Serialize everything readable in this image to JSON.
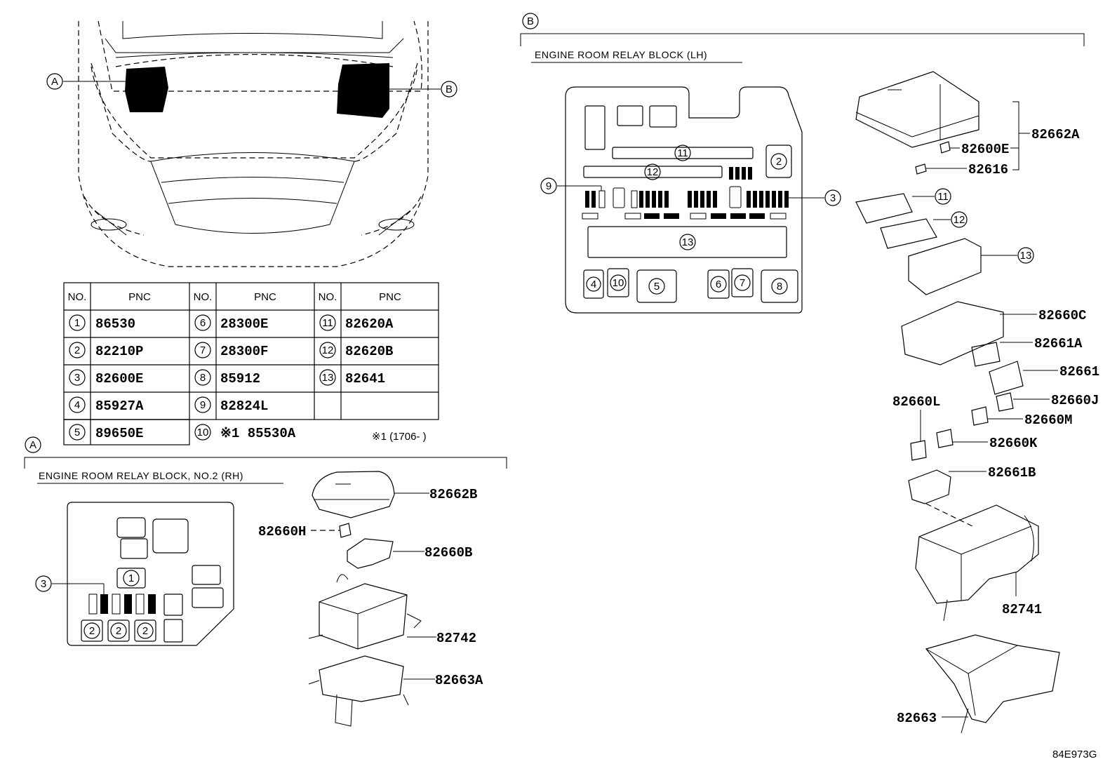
{
  "diagram_id": "84E973G",
  "markers": {
    "A": "A",
    "B": "B"
  },
  "section_a": {
    "marker": "A",
    "title": "ENGINE ROOM RELAY BLOCK, NO.2 (RH)"
  },
  "section_b": {
    "marker": "B",
    "title": "ENGINE ROOM RELAY BLOCK (LH)"
  },
  "table": {
    "headers": {
      "no": "NO.",
      "pnc": "PNC"
    },
    "rows": [
      {
        "no": "1",
        "pnc": "86530"
      },
      {
        "no": "2",
        "pnc": "82210P"
      },
      {
        "no": "3",
        "pnc": "82600E"
      },
      {
        "no": "4",
        "pnc": "85927A"
      },
      {
        "no": "5",
        "pnc": "89650E"
      },
      {
        "no": "6",
        "pnc": "28300E"
      },
      {
        "no": "7",
        "pnc": "28300F"
      },
      {
        "no": "8",
        "pnc": "85912"
      },
      {
        "no": "9",
        "pnc": "82824L"
      },
      {
        "no": "10",
        "pnc": "※1 85530A"
      },
      {
        "no": "11",
        "pnc": "82620A"
      },
      {
        "no": "12",
        "pnc": "82620B"
      },
      {
        "no": "13",
        "pnc": "82641"
      }
    ],
    "footnote": "※1 (1706-     )"
  },
  "part_labels_a": {
    "cover": "82662B",
    "clip": "82660H",
    "bracket": "82660B",
    "box": "82742",
    "lower_cover": "82663A"
  },
  "part_labels_b": {
    "cover": "82662A",
    "fuse_puller": "82600E",
    "spare": "82616",
    "block_c": "82660C",
    "holder_a": "82661A",
    "holder": "82661",
    "clip_j": "82660J",
    "clip_l": "82660L",
    "clip_m": "82660M",
    "clip_k": "82660K",
    "holder_b": "82661B",
    "box": "82741",
    "lower_cover": "82663"
  },
  "callouts_a": {
    "fuse": "3",
    "relay": "1",
    "small_fuses": [
      "2",
      "2",
      "2"
    ]
  },
  "callouts_b": {
    "n2": "2",
    "n3": "3",
    "n4": "4",
    "n5": "5",
    "n6": "6",
    "n7": "7",
    "n8": "8",
    "n9": "9",
    "n10": "10",
    "n11": "11",
    "n12": "12",
    "n13": "13"
  }
}
